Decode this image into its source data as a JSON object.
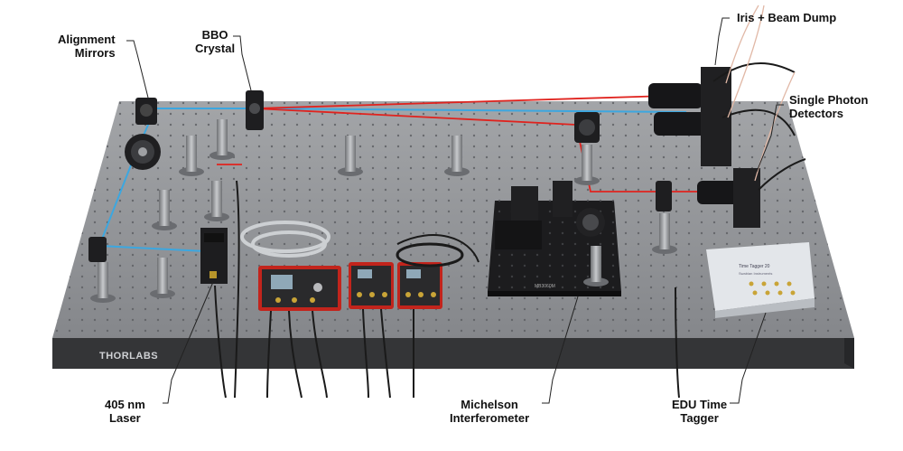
{
  "labels": {
    "alignment_mirrors": [
      "Alignment",
      "Mirrors"
    ],
    "bbo_crystal": [
      "BBO",
      "Crystal"
    ],
    "iris_beam_dump": "Iris + Beam Dump",
    "single_photon_detectors": [
      "Single Photon",
      "Detectors"
    ],
    "laser_405": [
      "405 nm",
      "Laser"
    ],
    "michelson": [
      "Michelson",
      "Interferometer"
    ],
    "edu_time_tagger": [
      "EDU Time",
      "Tagger"
    ]
  },
  "branding": {
    "table_logo": "THORLABS",
    "tagger_brand": "Time Tagger 20",
    "tagger_sub": "Swabian Instruments",
    "breadboard_text": "MB3060M"
  },
  "colors": {
    "table_top": "#8d8f92",
    "table_edge": "#3a3b3d",
    "pump_beam": "#3ca7e0",
    "photon_beam": "#e0231e",
    "device_red": "#c2241c",
    "tagger_body": "#e3e6ea"
  }
}
